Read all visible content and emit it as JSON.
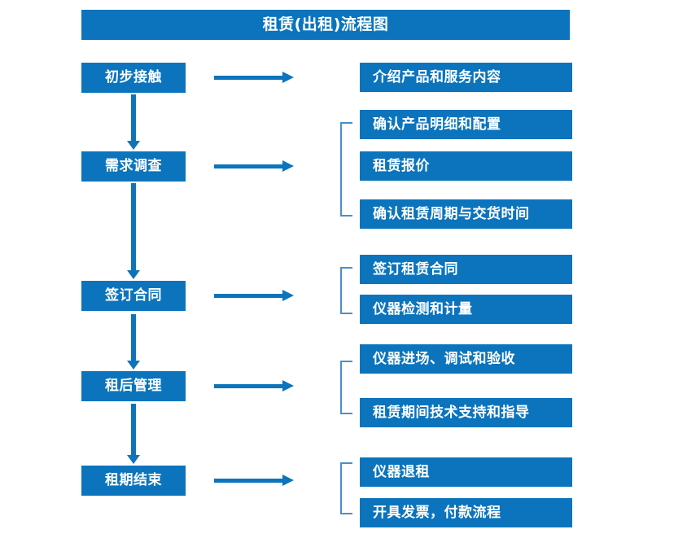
{
  "chart": {
    "title": "租赁(出租)流程图",
    "colors": {
      "box_fill": "#0B74BD",
      "box_text": "#FFFFFF",
      "arrow": "#0B74BD",
      "bracket": "#4A90C8",
      "background": "#FFFFFF"
    }
  },
  "stages": [
    {
      "label": "初步接触"
    },
    {
      "label": "需求调查"
    },
    {
      "label": "签订合同"
    },
    {
      "label": "租后管理"
    },
    {
      "label": "租期结束"
    }
  ],
  "details": [
    {
      "label": "介绍产品和服务内容"
    },
    {
      "label": "确认产品明细和配置"
    },
    {
      "label": "租赁报价"
    },
    {
      "label": "确认租赁周期与交货时间"
    },
    {
      "label": "签订租赁合同"
    },
    {
      "label": "仪器检测和计量"
    },
    {
      "label": "仪器进场、调试和验收"
    },
    {
      "label": "租赁期间技术支持和指导"
    },
    {
      "label": "仪器退租"
    },
    {
      "label": "开具发票，付款流程"
    }
  ],
  "chart_data": {
    "type": "diagram",
    "title": "租赁(出租)流程图",
    "orientation": "top-to-bottom",
    "nodes": [
      {
        "id": "s1",
        "label": "初步接触",
        "column": "stage",
        "order": 1
      },
      {
        "id": "s2",
        "label": "需求调查",
        "column": "stage",
        "order": 2
      },
      {
        "id": "s3",
        "label": "签订合同",
        "column": "stage",
        "order": 3
      },
      {
        "id": "s4",
        "label": "租后管理",
        "column": "stage",
        "order": 4
      },
      {
        "id": "s5",
        "label": "租期结束",
        "column": "stage",
        "order": 5
      },
      {
        "id": "d1",
        "label": "介绍产品和服务内容",
        "column": "detail",
        "parent": "s1"
      },
      {
        "id": "d2",
        "label": "确认产品明细和配置",
        "column": "detail",
        "parent": "s2"
      },
      {
        "id": "d3",
        "label": "租赁报价",
        "column": "detail",
        "parent": "s2"
      },
      {
        "id": "d4",
        "label": "确认租赁周期与交货时间",
        "column": "detail",
        "parent": "s2"
      },
      {
        "id": "d5",
        "label": "签订租赁合同",
        "column": "detail",
        "parent": "s3"
      },
      {
        "id": "d6",
        "label": "仪器检测和计量",
        "column": "detail",
        "parent": "s3"
      },
      {
        "id": "d7",
        "label": "仪器进场、调试和验收",
        "column": "detail",
        "parent": "s4"
      },
      {
        "id": "d8",
        "label": "租赁期间技术支持和指导",
        "column": "detail",
        "parent": "s4"
      },
      {
        "id": "d9",
        "label": "仪器退租",
        "column": "detail",
        "parent": "s5"
      },
      {
        "id": "d10",
        "label": "开具发票，付款流程",
        "column": "detail",
        "parent": "s5"
      }
    ],
    "edges": [
      {
        "from": "s1",
        "to": "s2",
        "type": "vertical-arrow"
      },
      {
        "from": "s2",
        "to": "s3",
        "type": "vertical-arrow"
      },
      {
        "from": "s3",
        "to": "s4",
        "type": "vertical-arrow"
      },
      {
        "from": "s4",
        "to": "s5",
        "type": "vertical-arrow"
      },
      {
        "from": "s1",
        "to": "d1",
        "type": "horizontal-arrow"
      },
      {
        "from": "s2",
        "to": "d2,d3,d4",
        "type": "horizontal-arrow-bracket"
      },
      {
        "from": "s3",
        "to": "d5,d6",
        "type": "horizontal-arrow-bracket"
      },
      {
        "from": "s4",
        "to": "d7,d8",
        "type": "horizontal-arrow-bracket"
      },
      {
        "from": "s5",
        "to": "d9,d10",
        "type": "horizontal-arrow-bracket"
      }
    ]
  }
}
